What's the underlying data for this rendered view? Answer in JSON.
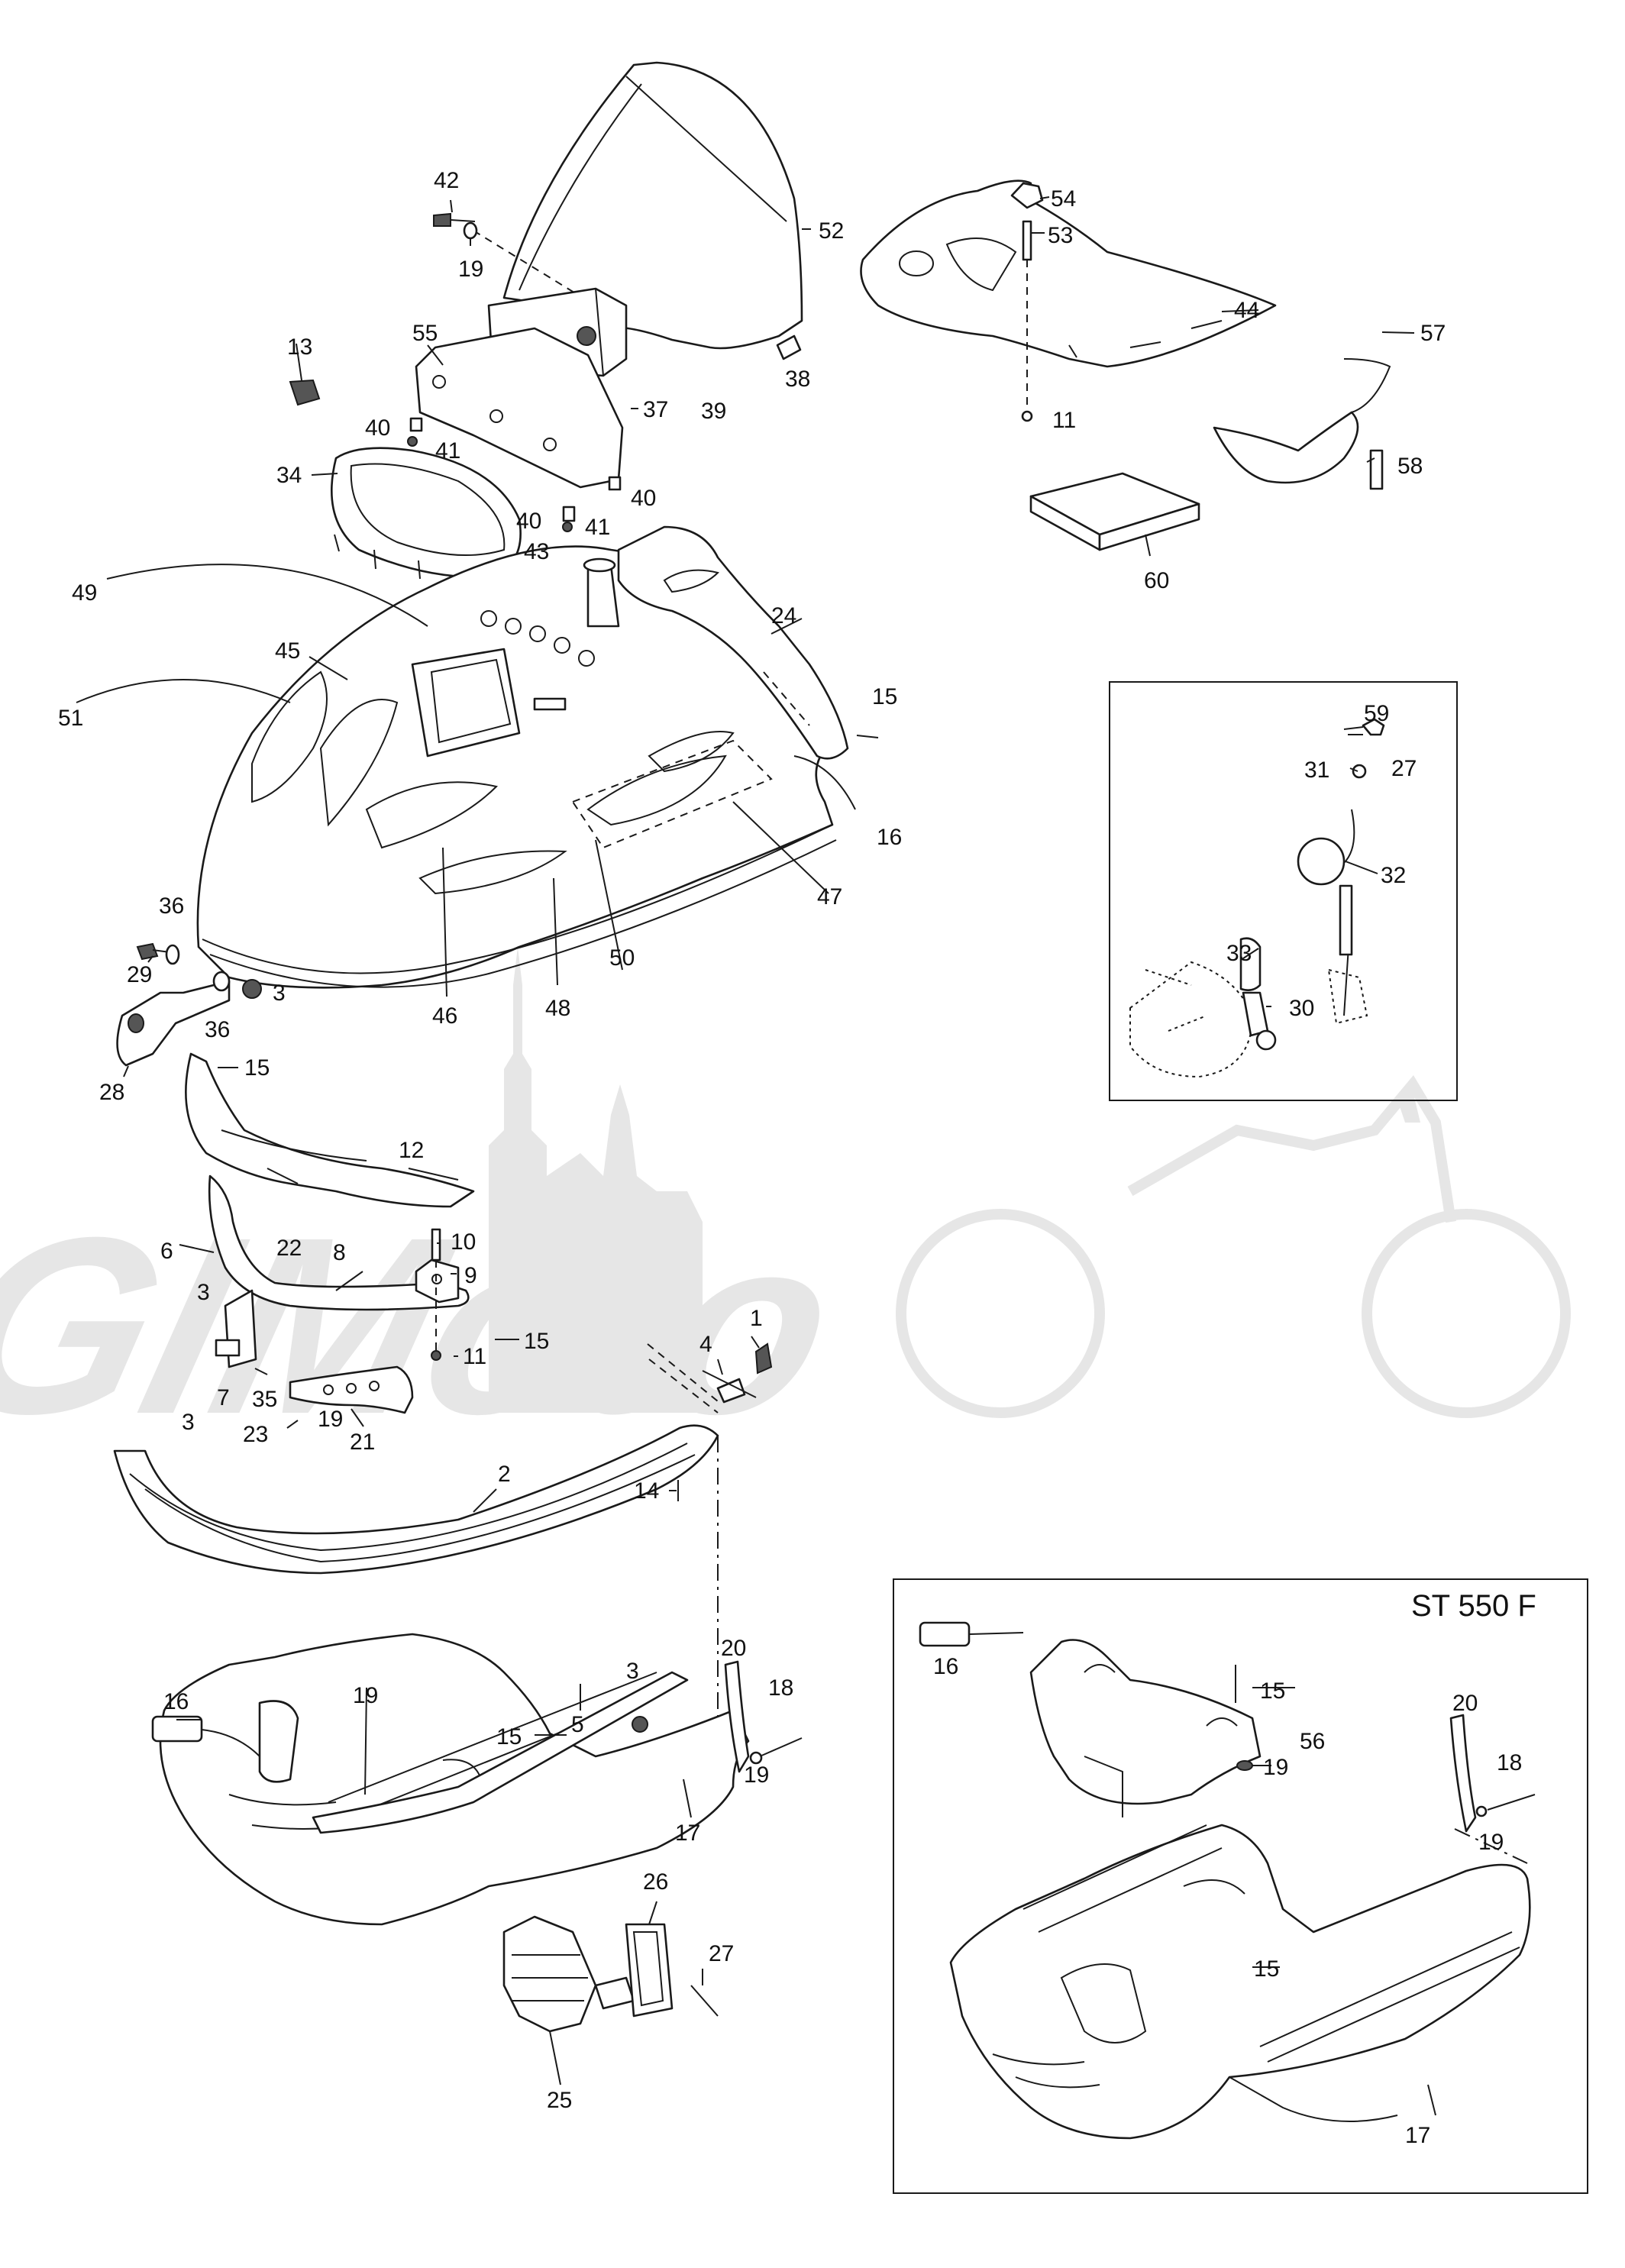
{
  "watermark_text": "AGIMoto",
  "inset_caption": "ST 550 F",
  "parts": [
    {
      "key": "p1",
      "label": "1"
    },
    {
      "key": "p2",
      "label": "2"
    },
    {
      "key": "p3a",
      "label": "3"
    },
    {
      "key": "p3b",
      "label": "3"
    },
    {
      "key": "p3c",
      "label": "3"
    },
    {
      "key": "p3d",
      "label": "3"
    },
    {
      "key": "p4",
      "label": "4"
    },
    {
      "key": "p5",
      "label": "5"
    },
    {
      "key": "p6",
      "label": "6"
    },
    {
      "key": "p7",
      "label": "7"
    },
    {
      "key": "p8",
      "label": "8"
    },
    {
      "key": "p9",
      "label": "9"
    },
    {
      "key": "p10",
      "label": "10"
    },
    {
      "key": "p11a",
      "label": "11"
    },
    {
      "key": "p11b",
      "label": "11"
    },
    {
      "key": "p12",
      "label": "12"
    },
    {
      "key": "p13",
      "label": "13"
    },
    {
      "key": "p14",
      "label": "14"
    },
    {
      "key": "p15a",
      "label": "15"
    },
    {
      "key": "p15b",
      "label": "15"
    },
    {
      "key": "p15c",
      "label": "15"
    },
    {
      "key": "p15d",
      "label": "15"
    },
    {
      "key": "p15e",
      "label": "15"
    },
    {
      "key": "p15f",
      "label": "15"
    },
    {
      "key": "p16a",
      "label": "16"
    },
    {
      "key": "p16b",
      "label": "16"
    },
    {
      "key": "p16c",
      "label": "16"
    },
    {
      "key": "p17a",
      "label": "17"
    },
    {
      "key": "p17b",
      "label": "17"
    },
    {
      "key": "p18a",
      "label": "18"
    },
    {
      "key": "p18b",
      "label": "18"
    },
    {
      "key": "p19a",
      "label": "19"
    },
    {
      "key": "p19b",
      "label": "19"
    },
    {
      "key": "p19c",
      "label": "19"
    },
    {
      "key": "p19d",
      "label": "19"
    },
    {
      "key": "p19e",
      "label": "19"
    },
    {
      "key": "p19f",
      "label": "19"
    },
    {
      "key": "p20a",
      "label": "20"
    },
    {
      "key": "p20b",
      "label": "20"
    },
    {
      "key": "p21",
      "label": "21"
    },
    {
      "key": "p22",
      "label": "22"
    },
    {
      "key": "p23",
      "label": "23"
    },
    {
      "key": "p24",
      "label": "24"
    },
    {
      "key": "p25",
      "label": "25"
    },
    {
      "key": "p26",
      "label": "26"
    },
    {
      "key": "p27a",
      "label": "27"
    },
    {
      "key": "p27b",
      "label": "27"
    },
    {
      "key": "p28",
      "label": "28"
    },
    {
      "key": "p29",
      "label": "29"
    },
    {
      "key": "p30",
      "label": "30"
    },
    {
      "key": "p31",
      "label": "31"
    },
    {
      "key": "p32",
      "label": "32"
    },
    {
      "key": "p33",
      "label": "33"
    },
    {
      "key": "p34",
      "label": "34"
    },
    {
      "key": "p35",
      "label": "35"
    },
    {
      "key": "p36a",
      "label": "36"
    },
    {
      "key": "p36b",
      "label": "36"
    },
    {
      "key": "p37",
      "label": "37"
    },
    {
      "key": "p38",
      "label": "38"
    },
    {
      "key": "p39",
      "label": "39"
    },
    {
      "key": "p40a",
      "label": "40"
    },
    {
      "key": "p40b",
      "label": "40"
    },
    {
      "key": "p40c",
      "label": "40"
    },
    {
      "key": "p41a",
      "label": "41"
    },
    {
      "key": "p41b",
      "label": "41"
    },
    {
      "key": "p42",
      "label": "42"
    },
    {
      "key": "p43",
      "label": "43"
    },
    {
      "key": "p44",
      "label": "44"
    },
    {
      "key": "p45",
      "label": "45"
    },
    {
      "key": "p46",
      "label": "46"
    },
    {
      "key": "p47",
      "label": "47"
    },
    {
      "key": "p48",
      "label": "48"
    },
    {
      "key": "p49",
      "label": "49"
    },
    {
      "key": "p50",
      "label": "50"
    },
    {
      "key": "p51",
      "label": "51"
    },
    {
      "key": "p52",
      "label": "52"
    },
    {
      "key": "p53",
      "label": "53"
    },
    {
      "key": "p54",
      "label": "54"
    },
    {
      "key": "p55",
      "label": "55"
    },
    {
      "key": "p56",
      "label": "56"
    },
    {
      "key": "p57",
      "label": "57"
    },
    {
      "key": "p58",
      "label": "58"
    },
    {
      "key": "p59",
      "label": "59"
    },
    {
      "key": "p60",
      "label": "60"
    }
  ]
}
